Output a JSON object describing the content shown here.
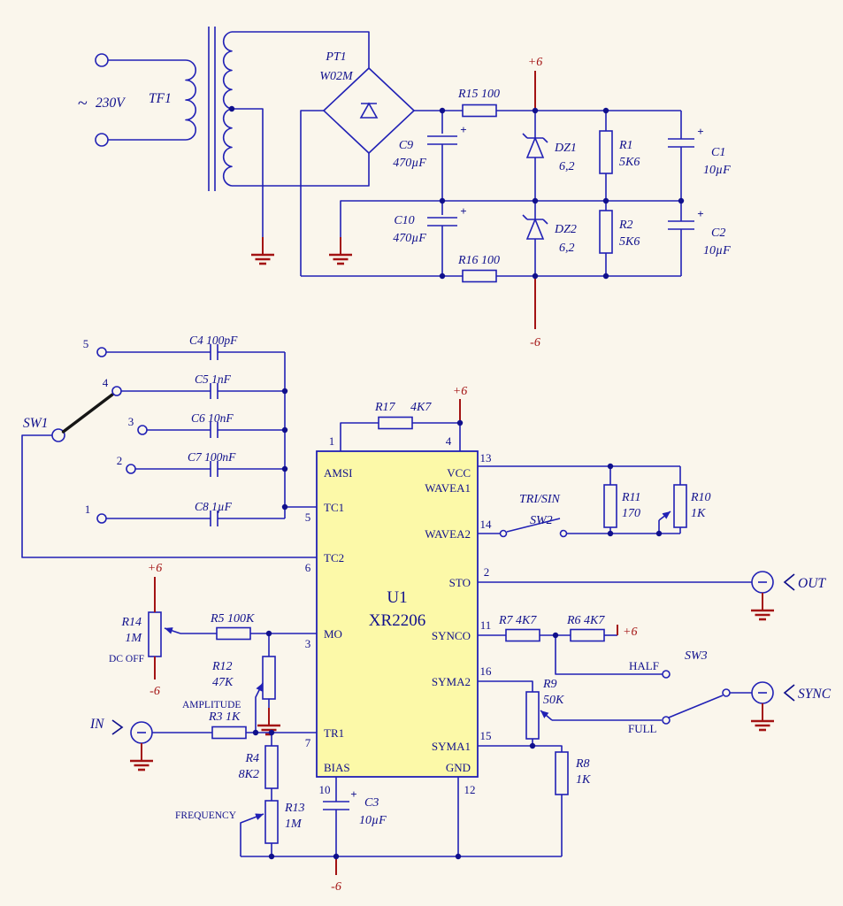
{
  "colors": {
    "background": "#faf6ec",
    "wire": "#2121b5",
    "label": "#10108c",
    "power": "#a31313",
    "ic_fill": "#fcf9a8"
  },
  "t": {
    "tilde": "~",
    "v230": "230V",
    "tf1": "TF1",
    "pt1": "PT1",
    "w02m": "W02M",
    "r15": "R15 100",
    "r16": "R16 100",
    "r17": "R17",
    "r17v": "4K7",
    "c9": "C9",
    "c9v": "470µF",
    "c10": "C10",
    "c10v": "470µF",
    "dz1": "DZ1",
    "dz1v": "6,2",
    "dz2": "DZ2",
    "dz2v": "6,2",
    "r1": "R1",
    "r1v": "5K6",
    "r2": "R2",
    "r2v": "5K6",
    "c1": "C1",
    "c1v": "10µF",
    "c2": "C2",
    "c2v": "10µF",
    "plus6": "+6",
    "minus6": "-6",
    "plus": "+",
    "sw1": "SW1",
    "c4": "C4 100pF",
    "c5": "C5 1nF",
    "c6": "C6 10nF",
    "c7": "C7 100nF",
    "c8": "C8 1µF",
    "u1": "U1",
    "xr": "XR2206",
    "amsi": "AMSI",
    "vcc": "VCC",
    "wavea1": "WAVEA1",
    "wavea2": "WAVEA2",
    "tc1": "TC1",
    "tc2": "TC2",
    "sto": "STO",
    "mo": "MO",
    "synco": "SYNCO",
    "syma2": "SYMA2",
    "tr1": "TR1",
    "syma1": "SYMA1",
    "bias": "BIAS",
    "gnd": "GND",
    "trisin": "TRI/SIN",
    "sw2": "SW2",
    "sw3": "SW3",
    "r11": "R11",
    "r11v": "170",
    "r10": "R10",
    "r10v": "1K",
    "out": "OUT",
    "in": "IN",
    "sync": "SYNC",
    "r7": "R7 4K7",
    "r6": "R6 4K7",
    "half": "HALF",
    "full": "FULL",
    "r9": "R9",
    "r9v": "50K",
    "r8": "R8",
    "r8v": "1K",
    "r14": "R14",
    "r14v": "1M",
    "dcoff": "DC OFF",
    "r5": "R5 100K",
    "r12": "R12",
    "r12v": "47K",
    "amplitude": "AMPLITUDE",
    "r3": "R3 1K",
    "r4": "R4",
    "r4v": "8K2",
    "freq": "FREQUENCY",
    "r13": "R13",
    "r13v": "1M",
    "c3": "C3",
    "c3v": "10µF",
    "pn": {
      "1": "1",
      "2": "2",
      "3": "3",
      "4": "4",
      "5": "5",
      "6": "6",
      "7": "7",
      "10": "10",
      "11": "11",
      "12": "12",
      "13": "13",
      "14": "14",
      "15": "15",
      "16": "16"
    }
  }
}
